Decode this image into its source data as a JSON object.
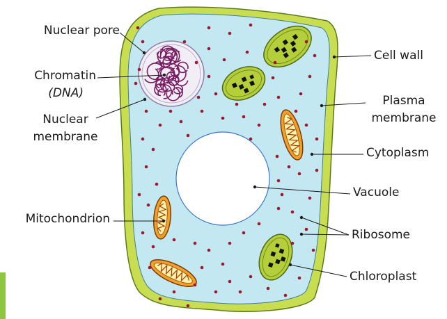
{
  "labels": {
    "nuclear_pore": "Nuclear pore",
    "chromatin": "Chromatin",
    "chromatin_sub": "(DNA)",
    "nuclear": "Nuclear",
    "membrane": "membrane",
    "mitochondrion": "Mitochondrion",
    "cell_wall": "Cell wall",
    "plasma": "Plasma",
    "plasma_membrane": "membrane",
    "cytoplasm": "Cytoplasm",
    "vacuole": "Vacuole",
    "ribosome": "Ribosome",
    "chloroplast": "Chloroplast"
  },
  "colors": {
    "cell_wall": "#c8dd4f",
    "cytoplasm": "#c4e8f2",
    "vacuole": "#ffffff",
    "nucleus": "#f1eef6",
    "chromatin": "#7a1c63",
    "mitochondrion": "#f2a02a",
    "chloroplast": "#b5cf3a",
    "ribosome": "#9c1930",
    "accent_bar": "#8ec63f"
  }
}
